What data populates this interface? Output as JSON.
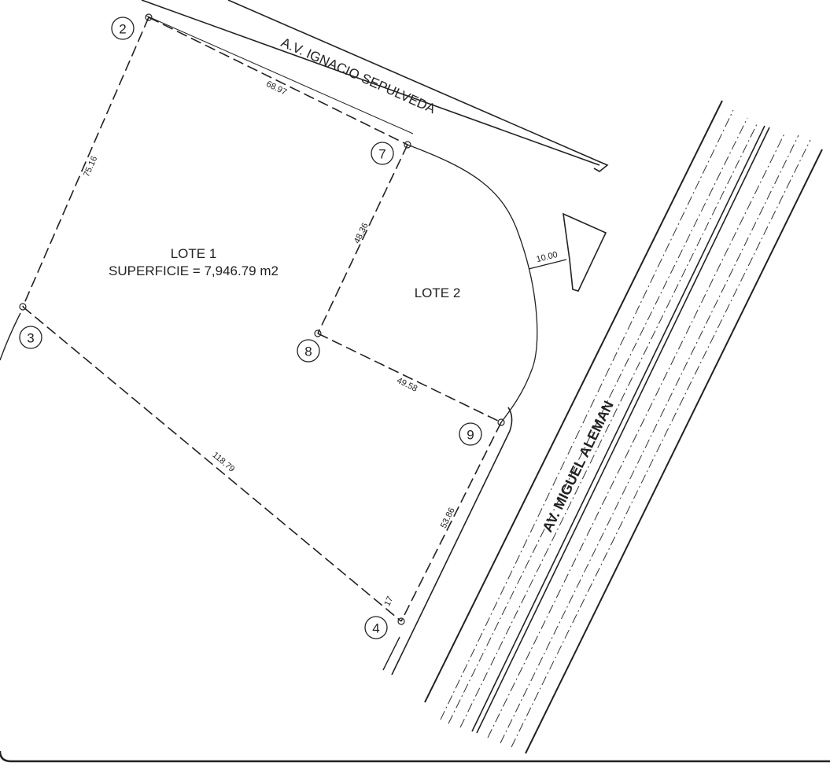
{
  "streets": {
    "north": "A.V. IGNACIO SEPULVEDA",
    "east": "AV. MIGUEL ALEMAN"
  },
  "lots": [
    {
      "name": "LOTE 1",
      "area": "SUPERFICIE = 7,946.79 m2"
    },
    {
      "name": "LOTE 2"
    }
  ],
  "points": [
    "2",
    "3",
    "4",
    "7",
    "8",
    "9"
  ],
  "dimensions": {
    "d_2_7": "68.97",
    "d_2_3": "75.16",
    "d_7_8": "48.36",
    "d_8_9": "49.58",
    "d_3_4": "118.79",
    "d_9_4": "53.86",
    "d_corner": "10.00",
    "d_small": "17"
  }
}
